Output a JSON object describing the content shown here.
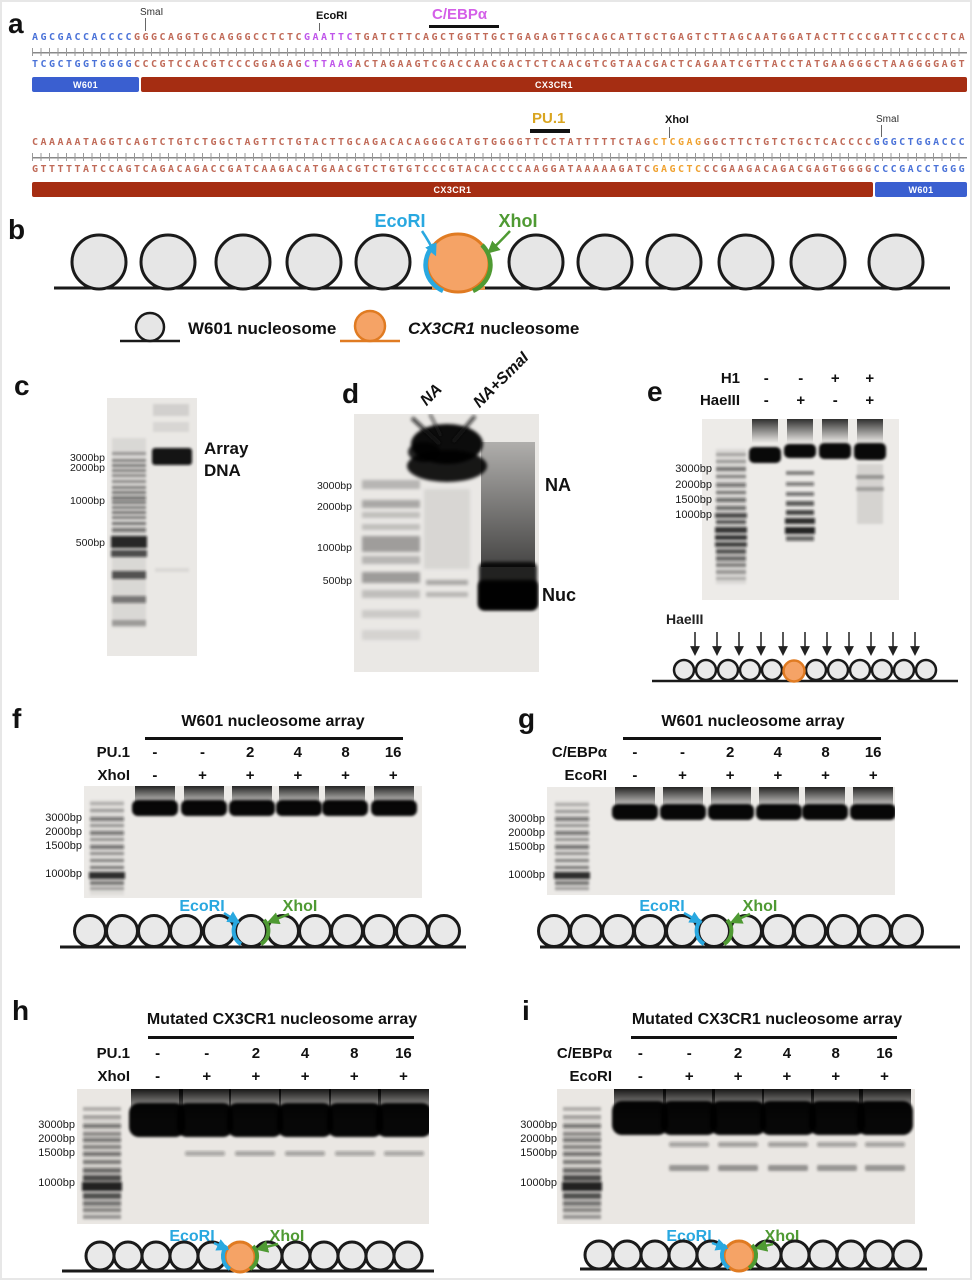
{
  "figure": {
    "colors": {
      "seq_blue": "#4a72d8",
      "seq_red": "#c06a58",
      "seq_magenta": "#bf55ea",
      "seq_orange": "#f0a230",
      "bar_blue": "#3a5fd0",
      "bar_red": "#a52d12",
      "ecoRI_cyan": "#29a8e0",
      "xhoI_green": "#4f9a33",
      "nucleosome_orange": "#f5a366",
      "nucleosome_orange_border": "#e07b22",
      "nucleosome_gray": "#e6e6e6"
    },
    "panel_a": {
      "label": "a",
      "sites": {
        "smaI_1": "SmaI",
        "ecoRI": "EcoRI",
        "cebpa": "C/EBPα",
        "pu1": "PU.1",
        "xhoI": "XhoI",
        "smaI_2": "SmaI"
      },
      "row1": {
        "top": {
          "w601": "AGCGACCACCCC",
          "cx3cr1_a": "GGGCAGGTGCAGGGCCTCTC",
          "ecoRI_site": "GAATTC",
          "cx3cr1_b": "TGATCTTCAGCTGGTTGCTGAGAGTTGCAGCATTGCTGAGTCTTAGCAATGGATACTTCCCGATTCCCCTCA"
        },
        "bottom": {
          "w601": "TCGCTGGTGGGG",
          "cx3cr1_a": "CCCGTCCACGTCCCGGAGAG",
          "ecoRI_site": "CTTAAG",
          "cx3cr1_b": "ACTAGAAGTCGACCAACGACTCTCAACGTCGTAACGACTCAGAATCGTTACCTATGAAGGGCTAAGGGGAGT"
        },
        "bar_left": "W601",
        "bar_right": "CX3CR1"
      },
      "row2": {
        "top": {
          "cx3cr1_a": "CAAAAATAGGTCAGTCTGTCTGGCTAGTTCTGTACTTGCAGACACAGGGCATGTGGGGTTCCTATTTTTCTAG",
          "xhoI_site": "CTCGAG",
          "cx3cr1_b": "GGCTTCTGTCTGCTCACCCC",
          "w601": "GGGCTGGACCC"
        },
        "bottom": {
          "cx3cr1_a": "GTTTTTATCCAGTCAGACAGACCGATCAAGACATGAACGTCTGTGTCCCGTACACCCCAAGGATAAAAAGATC",
          "xhoI_site": "GAGCTC",
          "cx3cr1_b": "CCGAAGACAGACGAGTGGGG",
          "w601": "CCCGACCTGGG"
        },
        "bar_left": "CX3CR1",
        "bar_right": "W601"
      }
    },
    "panel_b": {
      "label": "b",
      "ecoRI": "EcoRI",
      "xhoI": "XhoI",
      "legend_w601": "W601 nucleosome",
      "legend_cx3cr1_gene": "CX3CR1",
      "legend_cx3cr1_rest": "nucleosome"
    },
    "panel_c": {
      "label": "c",
      "ladder": [
        "3000bp",
        "2000bp",
        "1000bp",
        "500bp"
      ],
      "band_label_1": "Array",
      "band_label_2": "DNA"
    },
    "panel_d": {
      "label": "d",
      "lane_1": "NA",
      "lane_2": "NA+SmaI",
      "ladder": [
        "3000bp",
        "2000bp",
        "1000bp",
        "500bp"
      ],
      "side_na": "NA",
      "side_nuc": "Nuc"
    },
    "panel_e": {
      "label": "e",
      "row_1": {
        "label": "H1",
        "values": [
          "-",
          "-",
          "+",
          "+"
        ]
      },
      "row_2": {
        "label": "HaeIII",
        "values": [
          "-",
          "+",
          "-",
          "+"
        ]
      },
      "ladder": [
        "3000bp",
        "2000bp",
        "1500bp",
        "1000bp"
      ],
      "diagram_enzyme": "HaeIII"
    },
    "panel_f": {
      "label": "f",
      "title": "W601 nucleosome array",
      "row_1": {
        "label": "PU.1",
        "values": [
          "-",
          "-",
          "2",
          "4",
          "8",
          "16"
        ]
      },
      "row_2": {
        "label": "XhoI",
        "values": [
          "-",
          "+",
          "+",
          "+",
          "+",
          "+"
        ]
      },
      "ladder": [
        "3000bp",
        "2000bp",
        "1500bp",
        "1000bp"
      ],
      "ecoRI": "EcoRI",
      "xhoI": "XhoI"
    },
    "panel_g": {
      "label": "g",
      "title": "W601 nucleosome array",
      "row_1": {
        "label": "C/EBPα",
        "values": [
          "-",
          "-",
          "2",
          "4",
          "8",
          "16"
        ]
      },
      "row_2": {
        "label": "EcoRI",
        "values": [
          "-",
          "+",
          "+",
          "+",
          "+",
          "+"
        ]
      },
      "ladder": [
        "3000bp",
        "2000bp",
        "1500bp",
        "1000bp"
      ],
      "ecoRI": "EcoRI",
      "xhoI": "XhoI"
    },
    "panel_h": {
      "label": "h",
      "title": "Mutated CX3CR1 nucleosome array",
      "row_1": {
        "label": "PU.1",
        "values": [
          "-",
          "-",
          "2",
          "4",
          "8",
          "16"
        ]
      },
      "row_2": {
        "label": "XhoI",
        "values": [
          "-",
          "+",
          "+",
          "+",
          "+",
          "+"
        ]
      },
      "ladder": [
        "3000bp",
        "2000bp",
        "1500bp",
        "1000bp"
      ],
      "ecoRI": "EcoRI",
      "xhoI": "XhoI"
    },
    "panel_i": {
      "label": "i",
      "title": "Mutated CX3CR1 nucleosome array",
      "row_1": {
        "label": "C/EBPα",
        "values": [
          "-",
          "-",
          "2",
          "4",
          "8",
          "16"
        ]
      },
      "row_2": {
        "label": "EcoRI",
        "values": [
          "-",
          "+",
          "+",
          "+",
          "+",
          "+"
        ]
      },
      "ladder": [
        "3000bp",
        "2000bp",
        "1500bp",
        "1000bp"
      ],
      "ecoRI": "EcoRI",
      "xhoI": "XhoI"
    }
  }
}
